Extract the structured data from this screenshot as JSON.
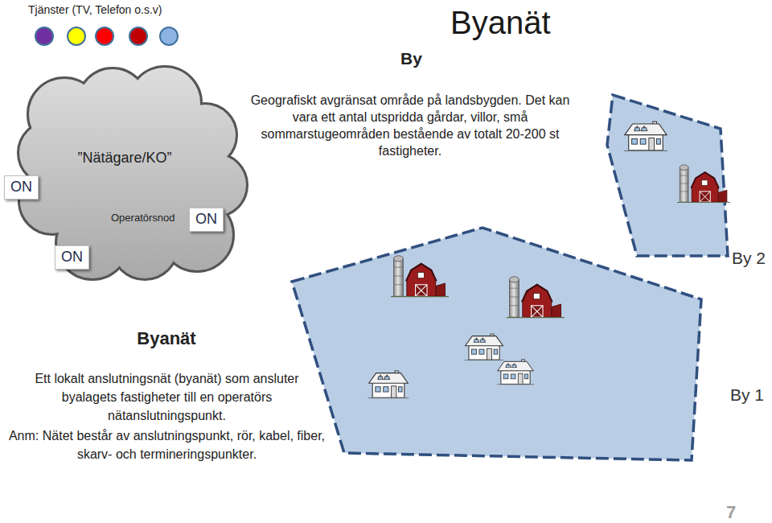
{
  "diagram": {
    "title": "Byanät",
    "nodes": [
      {
        "text": [
          "”Nätägare/KO”",
          "Operatörsnod"
        ]
      },
      {
        "text": [
          "ON"
        ]
      },
      {
        "text": [
          "ON"
        ]
      },
      {
        "text": [
          "ON"
        ]
      },
      {
        "text": [
          "By 2"
        ]
      },
      {
        "text": [
          "By 1"
        ]
      }
    ],
    "labels": [
      "Tjänster (TV, Telefon o.s.v)",
      "By",
      "Geografiskt avgränsat område på landsbygden. Det kan vara ett antal utspridda gårdar, villor, små sommarstugeområden bestående av totalt 20-200 st fastigheter.",
      "Byanät",
      "Ett lokalt anslutningsnät (byanät) som ansluter byalagets fastigheter till en operatörs nätanslutningspunkt.",
      "Anm: Nätet består av anslutningspunkt, rör, kabel, fiber, skarv- och termineringspunkter.",
      "7"
    ]
  }
}
